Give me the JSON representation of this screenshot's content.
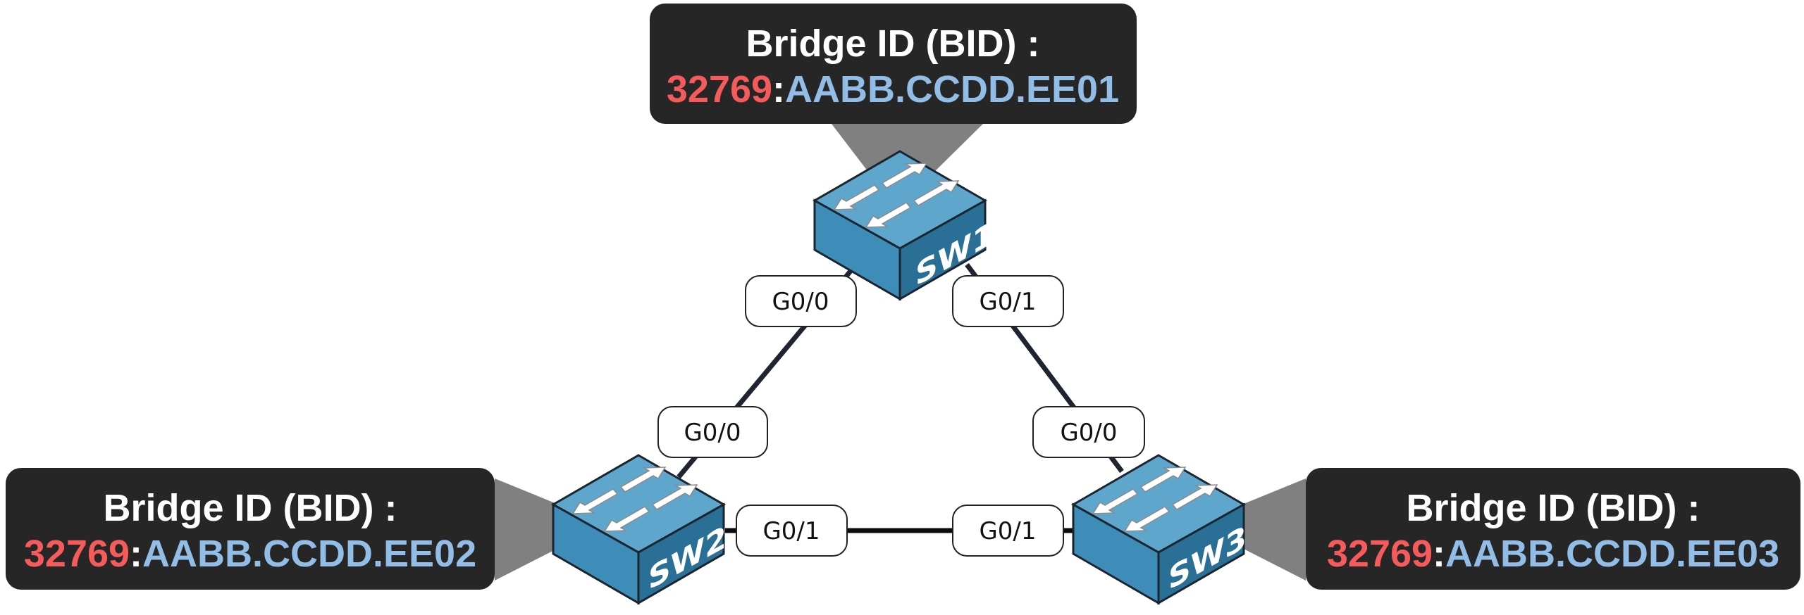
{
  "colors": {
    "box_bg": "#262626",
    "priority": "#f55b5b",
    "mac": "#92bde6",
    "funnel": "#808080",
    "link": "#1f2530",
    "switch_top": "#5fa6cc",
    "switch_left": "#3d8db8",
    "switch_right": "#2a6f95"
  },
  "switches": [
    {
      "name": "SW1",
      "bid": {
        "title": "Bridge ID (BID) :",
        "priority": "32769",
        "separator": ":",
        "mac": "AABB.CCDD.EE01"
      }
    },
    {
      "name": "SW2",
      "bid": {
        "title": "Bridge ID (BID) :",
        "priority": "32769",
        "separator": ":",
        "mac": "AABB.CCDD.EE02"
      }
    },
    {
      "name": "SW3",
      "bid": {
        "title": "Bridge ID (BID) :",
        "priority": "32769",
        "separator": ":",
        "mac": "AABB.CCDD.EE03"
      }
    }
  ],
  "links": [
    {
      "from": "SW1",
      "from_port": "G0/0",
      "to": "SW2",
      "to_port": "G0/0"
    },
    {
      "from": "SW1",
      "from_port": "G0/1",
      "to": "SW3",
      "to_port": "G0/0"
    },
    {
      "from": "SW2",
      "from_port": "G0/1",
      "to": "SW3",
      "to_port": "G0/1"
    }
  ]
}
